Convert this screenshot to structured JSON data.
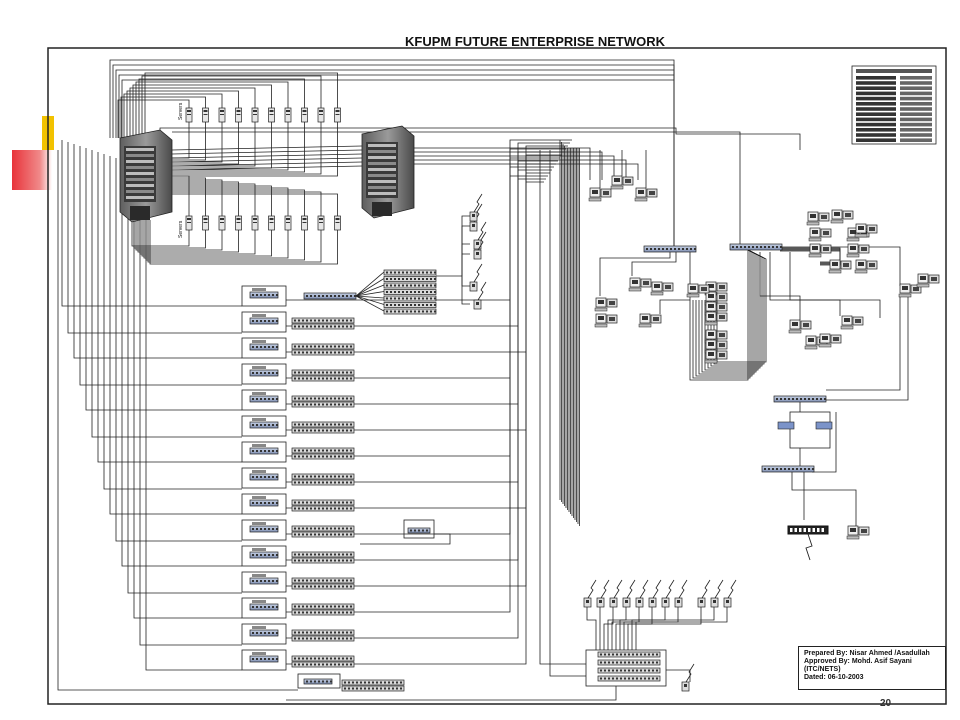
{
  "title": "KFUPM FUTURE ENTERPRISE NETWORK",
  "labels": {
    "servers_top": "Servers",
    "servers_bottom": "Servers"
  },
  "info": {
    "prepared": "Prepared By: Nisar Ahmed /Asadullah",
    "approved": "Approved By: Mohd. Asif Sayani",
    "dept": "(ITC/NETS)",
    "dated": "Dated: 06-10-2003"
  },
  "page_number": "20",
  "colors": {
    "accent_red": "#e8333a",
    "accent_yellow": "#f2c200",
    "line": "#222222",
    "device_gray": "#8a8a8a",
    "device_blue": "#6f86b8"
  },
  "device_icons": {
    "core": "core-chassis-switch-icon",
    "server": "server-icon",
    "switch": "workgroup-switch-icon",
    "workstation": "workstation-icon",
    "wireless": "wireless-access-point-icon",
    "router": "router-icon",
    "firewall": "firewall-icon"
  }
}
